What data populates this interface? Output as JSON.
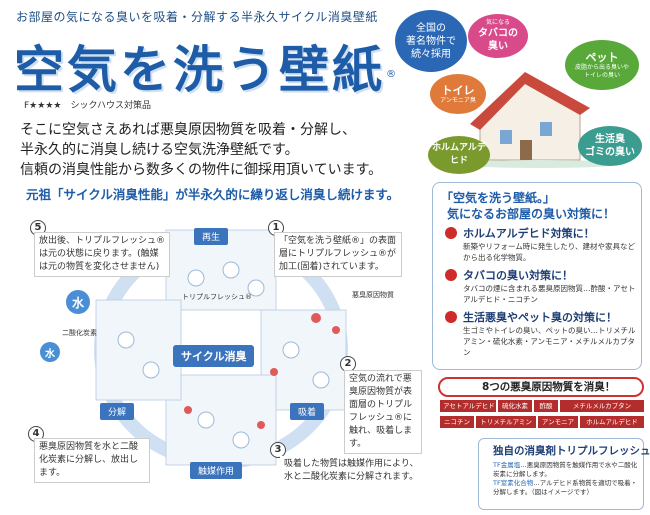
{
  "header": {
    "tagline": "お部屋の気になる臭いを吸着・分解する半永久サイクル消臭壁紙",
    "title": "空気を洗う壁紙",
    "registered_mark": "®",
    "badge_lines": [
      "全国の",
      "著名物件で",
      "続々採用"
    ],
    "certification": "F★★★★　シックハウス対策品"
  },
  "intro": [
    "そこに空気さえあれば悪臭原因物質を吸着・分解し、",
    "半永久的に消臭し続ける空気洗浄壁紙です。",
    "信頼の消臭性能から数多くの物件に御採用頂いています。"
  ],
  "bubbles": {
    "tobacco": {
      "small": "気になる",
      "big": "タバコの\n臭い"
    },
    "pet": {
      "big": "ペット",
      "small": "皮脂から出る臭いや\nトイレの臭い"
    },
    "toilet": {
      "big": "トイレ",
      "small": "アンモニア臭"
    },
    "formaldehyde": {
      "big": "ホルムアルデヒド"
    },
    "life": {
      "big": "生活臭\nゴミの臭い"
    }
  },
  "cycle": {
    "headline": "元祖「サイクル消臭性能」が半永久的に繰り返し消臭し続けます。",
    "center_label": "サイクル消臭",
    "phases": {
      "regen": "再生",
      "adsorb": "吸着",
      "decompose": "分解",
      "catalyst": "触媒作用"
    },
    "triple_fresh_label": "トリプルフレッシュ®",
    "malodor_label": "悪臭原因物質",
    "water": "水",
    "co2": "二酸化炭素",
    "steps": [
      {
        "num": "1",
        "text": "「空気を洗う壁紙®」の表面層にトリプルフレッシュ®が加工(固着)されています。"
      },
      {
        "num": "2",
        "text": "空気の流れで悪臭原因物質が表面層のトリプルフレッシュ®に触れ、吸着します。"
      },
      {
        "num": "3",
        "text": "吸着した物質は触媒作用により、水と二酸化炭素に分解されます。"
      },
      {
        "num": "4",
        "text": "悪臭原因物質を水と二酸化炭素に分解し、放出します。"
      },
      {
        "num": "5",
        "text": "放出後、トリプルフレッシュ®は元の状態に戻ります。(触媒は元の物質を変化させません)"
      }
    ]
  },
  "panel": {
    "title_line1": "「空気を洗う壁紙。」",
    "title_line2": "気になるお部屋の臭い対策に！",
    "items": [
      {
        "head": "ホルムアルデヒド対策に！",
        "body": "新築やリフォーム時に発生したり、建材や家具などから出る化学物質。"
      },
      {
        "head": "タバコの臭い対策に！",
        "body": "タバコの煙に含まれる悪臭原因物質…酢酸・アセトアルデヒド・ニコチン"
      },
      {
        "head": "生活悪臭やペット臭の対策に！",
        "body": "生ゴミやトイレの臭い、ペットの臭い…トリメチルアミン・硫化水素・アンモニア・メチルメルカプタン"
      }
    ]
  },
  "smells": {
    "title": "8つの悪臭原因物質を消臭！",
    "chips": [
      "アセトアルデヒド",
      "硫化水素",
      "酢酸",
      "メチルメルカプタン",
      "ニコチン",
      "トリメチルアミン",
      "アンモニア",
      "ホルムアルデヒド"
    ]
  },
  "fresh": {
    "title": "独自の消臭剤トリプルフレッシュ®！",
    "line1_key": "TF金属塩",
    "line1": "…悪臭原因物質を触媒作用で水や二酸化炭素に分解します。",
    "line2_key": "TF窒素化合物",
    "line2": "…アルデヒド系物質を適切で吸着・分解します。（図はイメージです）"
  },
  "colors": {
    "brand": "#1e5ca8",
    "accent_red": "#b42d2d",
    "green": "#58a83a"
  }
}
